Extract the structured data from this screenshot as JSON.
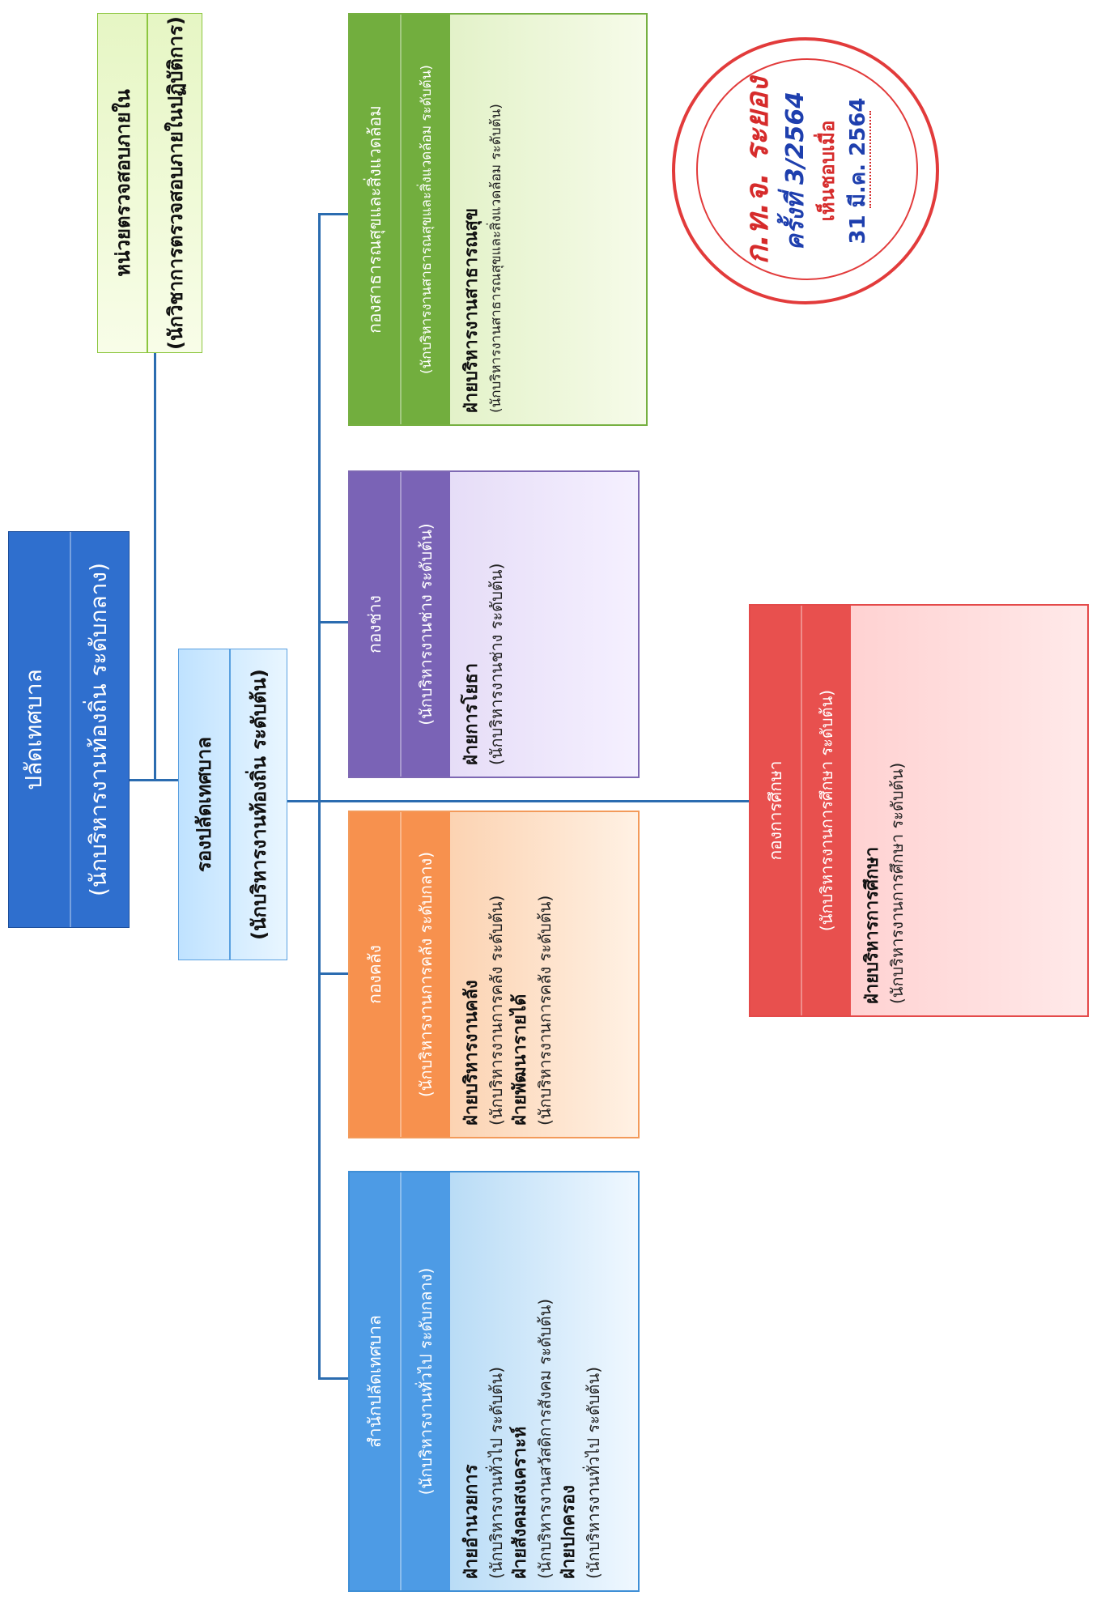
{
  "mayor": {
    "title": "ปลัดเทศบาล",
    "subtitle": "(นักบริหารงานท้องถิ่น ระดับกลาง)"
  },
  "deputy": {
    "title": "รองปลัดเทศบาล",
    "subtitle": "(นักบริหารงานท้องถิ่น ระดับต้น)"
  },
  "audit": {
    "title": "หน่วยตรวจสอบภายใน",
    "subtitle": "(นักวิชาการตรวจสอบภายในปฏิบัติการ)"
  },
  "divisions": {
    "office": {
      "title": "สำนักปลัดเทศบาล",
      "subtitle": "(นักบริหารงานทั่วไป ระดับกลาง)",
      "items": [
        {
          "title": "ฝ่ายอำนวยการ",
          "sub": "(นักบริหารงานทั่วไป ระดับต้น)"
        },
        {
          "title": "ฝ่ายสังคมสงเคราะห์",
          "sub": "(นักบริหารงานสวัสดิการสังคม ระดับต้น)"
        },
        {
          "title": "ฝ่ายปกครอง",
          "sub": "(นักบริหารงานทั่วไป ระดับต้น)"
        }
      ]
    },
    "finance": {
      "title": "กองคลัง",
      "subtitle": "(นักบริหารงานการคลัง ระดับกลาง)",
      "items": [
        {
          "title": "ฝ่ายบริหารงานคลัง",
          "sub": "(นักบริหารงานการคลัง ระดับต้น)"
        },
        {
          "title": "ฝ่ายพัฒนารายได้",
          "sub": "(นักบริหารงานการคลัง ระดับต้น)"
        }
      ]
    },
    "public": {
      "title": "กองช่าง",
      "subtitle": "(นักบริหารงานช่าง ระดับต้น)",
      "items": [
        {
          "title": "ฝ่ายการโยธา",
          "sub": "(นักบริหารงานช่าง ระดับต้น)"
        }
      ]
    },
    "env": {
      "title": "กองสาธารณสุขและสิ่งแวดล้อม",
      "subtitle": "(นักบริหารงานสาธารณสุขและสิ่งแวดล้อม ระดับต้น)",
      "items": [
        {
          "title": "ฝ่ายบริหารงานสาธารณสุข",
          "sub": "(นักบริหารงานสาธารณสุขและสิ่งแวดล้อม ระดับต้น)"
        }
      ]
    },
    "edu": {
      "title": "กองการศึกษา",
      "subtitle": "(นักบริหารงานการศึกษา ระดับต้น)",
      "items": [
        {
          "title": "ฝ่ายบริหารการศึกษา",
          "sub": "(นักบริหารงานการศึกษา ระดับต้น)"
        }
      ]
    }
  },
  "stamp": {
    "line1": "ก.ท.จ. ระยอง",
    "line2": "ครั้งที่ 3/2564",
    "line3": "เห็นชอบเมื่อ",
    "line4": "31 มี.ค. 2564"
  },
  "colors": {
    "mayor": "#2f6fce",
    "office": "#4d9be5",
    "finance": "#f7914e",
    "public": "#7a63b6",
    "env": "#72ae3e",
    "edu": "#e8504e",
    "connector": "#2b6cb0",
    "stamp_red": "#d62b2b",
    "stamp_blue": "#1e3fae"
  }
}
